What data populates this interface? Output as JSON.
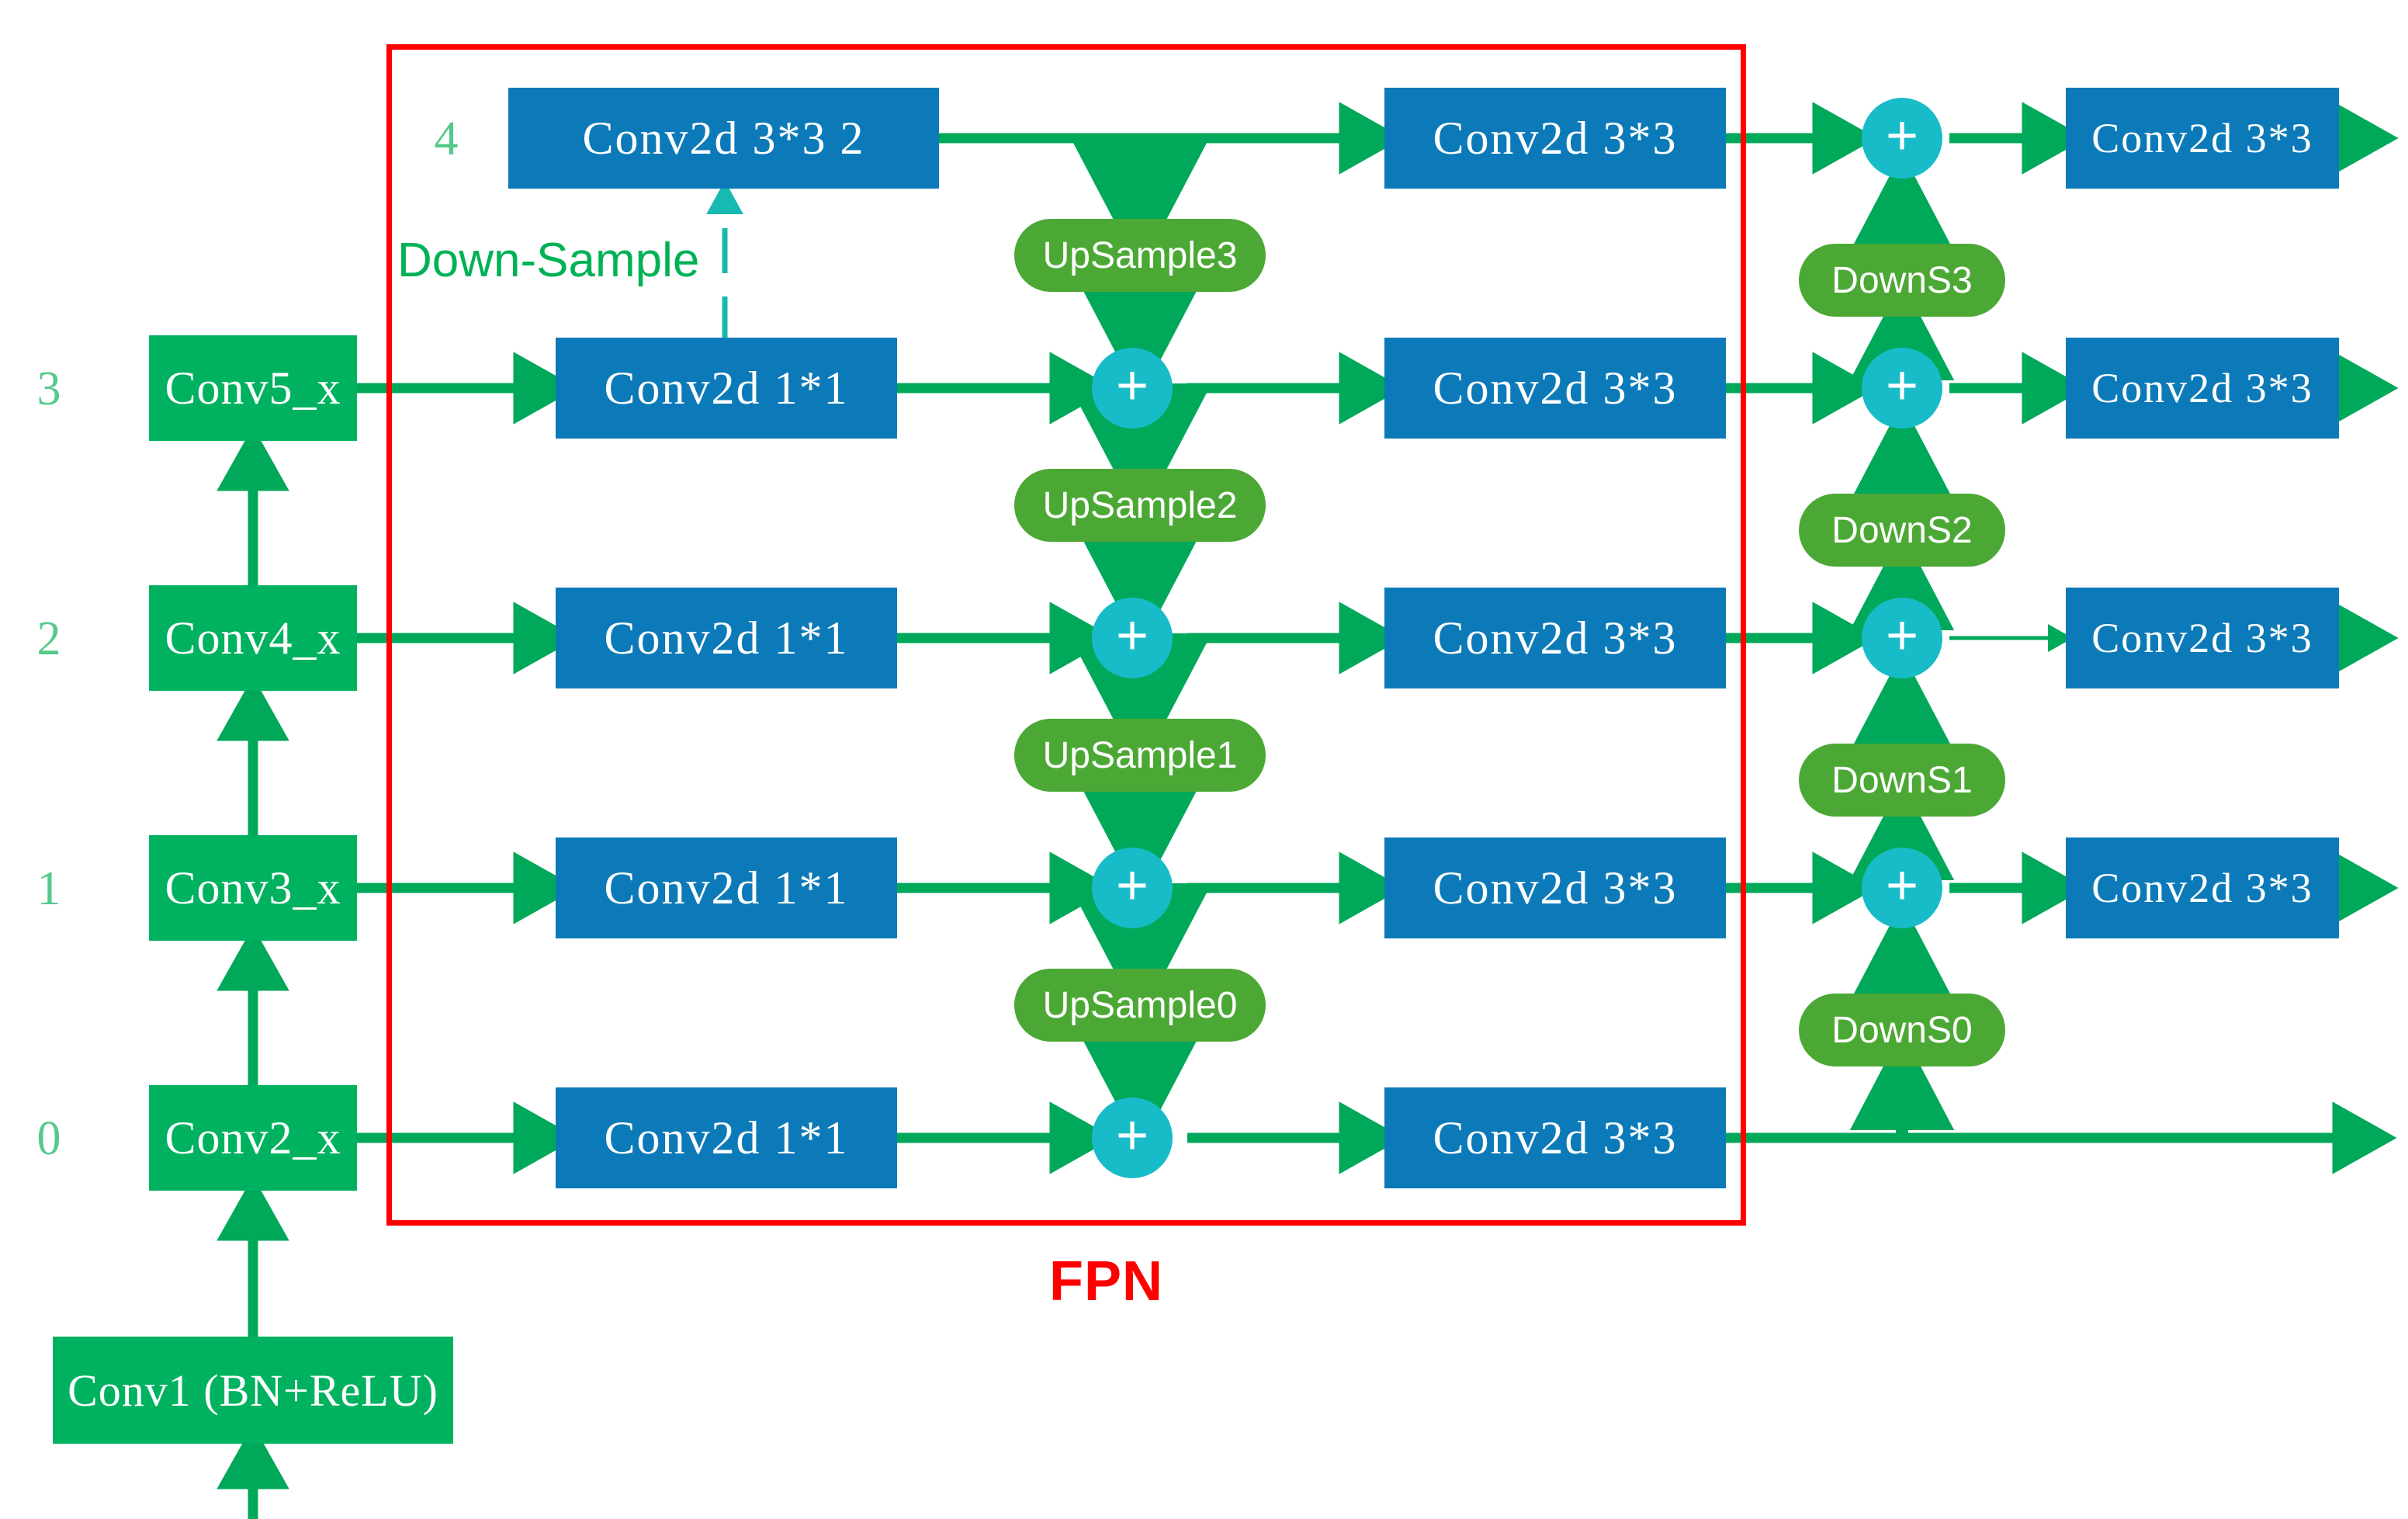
{
  "diagram": {
    "title": "FPN / PANet feature pyramid over ResNet backbone",
    "fpn_label": "FPN",
    "downsample_label": "Down-Sample",
    "colors": {
      "backbone_green": "#00b260",
      "conv_blue": "#0c7ab8",
      "pill_green": "#4ba834",
      "add_cyan": "#18bcc8",
      "arrow_green": "#00a85a",
      "frame_red": "#ff0000",
      "level_num_green": "#55c98a",
      "dashed_teal": "#17b9b0"
    }
  },
  "level_numbers": [
    {
      "label": "4",
      "row": 4
    },
    {
      "label": "3",
      "row": 3
    },
    {
      "label": "2",
      "row": 2
    },
    {
      "label": "1",
      "row": 1
    },
    {
      "label": "0",
      "row": 0
    }
  ],
  "backbone": {
    "stem": {
      "label": "Conv1 (BN+ReLU)"
    },
    "stages": [
      {
        "label": "Conv2_x",
        "row": 0
      },
      {
        "label": "Conv3_x",
        "row": 1
      },
      {
        "label": "Conv4_x",
        "row": 2
      },
      {
        "label": "Conv5_x",
        "row": 3
      }
    ]
  },
  "lateral_convs": [
    {
      "label": "Conv2d 3*3 2",
      "row": 4
    },
    {
      "label": "Conv2d 1*1",
      "row": 3
    },
    {
      "label": "Conv2d 1*1",
      "row": 2
    },
    {
      "label": "Conv2d 1*1",
      "row": 1
    },
    {
      "label": "Conv2d 1*1",
      "row": 0
    }
  ],
  "upsamples": [
    {
      "label": "UpSample3",
      "between_rows": "4-3"
    },
    {
      "label": "UpSample2",
      "between_rows": "3-2"
    },
    {
      "label": "UpSample1",
      "between_rows": "2-1"
    },
    {
      "label": "UpSample0",
      "between_rows": "1-0"
    }
  ],
  "merge_adds_topdown": [
    {
      "label": "+",
      "row": 3
    },
    {
      "label": "+",
      "row": 2
    },
    {
      "label": "+",
      "row": 1
    },
    {
      "label": "+",
      "row": 0
    }
  ],
  "smooth_convs": [
    {
      "label": "Conv2d 3*3",
      "row": 4
    },
    {
      "label": "Conv2d 3*3",
      "row": 3
    },
    {
      "label": "Conv2d 3*3",
      "row": 2
    },
    {
      "label": "Conv2d 3*3",
      "row": 1
    },
    {
      "label": "Conv2d 3*3",
      "row": 0
    }
  ],
  "downsamples": [
    {
      "label": "DownS3",
      "between_rows": "3-4"
    },
    {
      "label": "DownS2",
      "between_rows": "2-3"
    },
    {
      "label": "DownS1",
      "between_rows": "1-2"
    },
    {
      "label": "DownS0",
      "between_rows": "0-1"
    }
  ],
  "merge_adds_bottomup": [
    {
      "label": "+",
      "row": 4
    },
    {
      "label": "+",
      "row": 3
    },
    {
      "label": "+",
      "row": 2
    },
    {
      "label": "+",
      "row": 1
    }
  ],
  "output_convs": [
    {
      "label": "Conv2d 3*3",
      "row": 4
    },
    {
      "label": "Conv2d 3*3",
      "row": 3
    },
    {
      "label": "Conv2d 3*3",
      "row": 2
    },
    {
      "label": "Conv2d 3*3",
      "row": 1
    }
  ]
}
